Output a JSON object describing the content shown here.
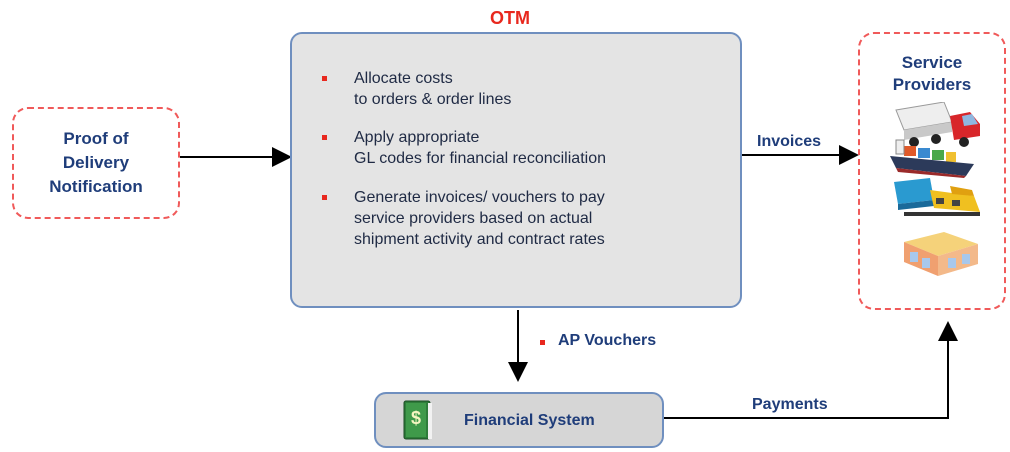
{
  "otm": {
    "title": "OTM",
    "bullets": [
      "Allocate costs\nto orders & order lines",
      "Apply appropriate\nGL codes for financial reconciliation",
      "Generate invoices/ vouchers to pay\nservice providers based on actual\nshipment activity and contract rates"
    ]
  },
  "proof_of_delivery": {
    "label": "Proof of\nDelivery\nNotification"
  },
  "service_providers": {
    "title": "Service\nProviders",
    "icons": [
      "truck-icon",
      "cargo-ship-icon",
      "train-icon",
      "warehouse-icon"
    ]
  },
  "financial_system": {
    "label": "Financial System",
    "icon": "ledger-book-icon"
  },
  "edges": {
    "invoices": "Invoices",
    "ap_vouchers": "AP Vouchers",
    "payments": "Payments"
  },
  "colors": {
    "accent_red": "#e8281e",
    "navy_text": "#1f3d7a",
    "box_border": "#6f8fbf",
    "dashed_border": "#f05a5a"
  }
}
